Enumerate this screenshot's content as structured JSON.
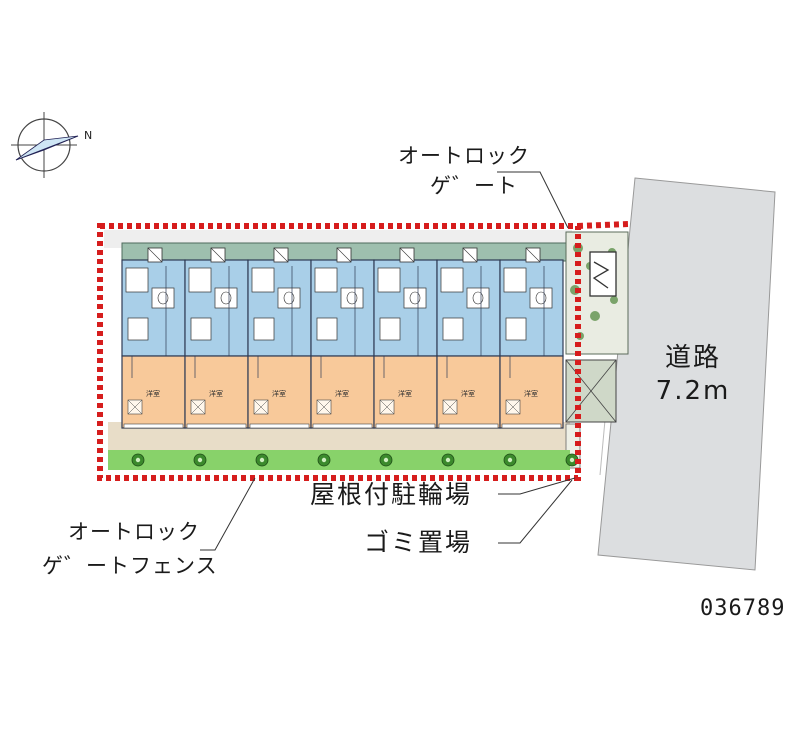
{
  "labels": {
    "autolock_gate": [
      "オートロック",
      "ゲ゛ート"
    ],
    "autolock_gate_fence": [
      "オートロック",
      "ゲ゛ートフェンス"
    ],
    "covered_bicycle_parking": "屋根付駐輪場",
    "garbage_area": "ゴミ置場",
    "road": [
      "道路",
      "7.2m"
    ],
    "property_id": "036789",
    "compass_north": "N",
    "unit_room_label": "洋室"
  },
  "building": {
    "unit_count": 7
  },
  "colors": {
    "road": "#dcdee0",
    "unit_upper": "#a9cfe8",
    "unit_lower": "#f8c99a",
    "roof_strip": "#9ebfae",
    "hedge": "#88d26a",
    "boundary": "#d61d1d",
    "grass": "#e8ddc8"
  }
}
